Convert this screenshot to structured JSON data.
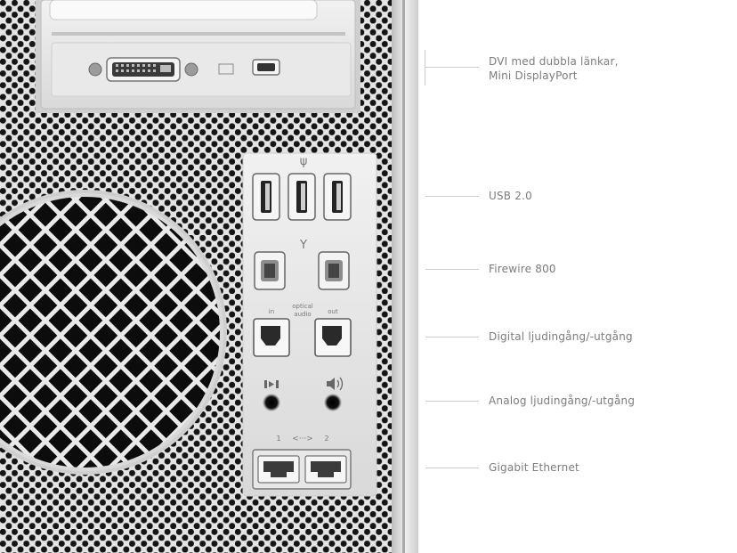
{
  "labels": {
    "dvi": {
      "line1": "DVI med dubbla länkar,",
      "line2": "Mini DisplayPort"
    },
    "usb": "USB 2.0",
    "firewire": "Firewire 800",
    "digital_audio": "Digital ljudingång/-utgång",
    "analog_audio": "Analog ljudingång/-utgång",
    "ethernet": "Gigabit Ethernet"
  },
  "port_panel_text": {
    "optical_in": "in",
    "optical_word1": "optical",
    "optical_word2": "audio",
    "optical_out": "out",
    "usb_symbol": "ψ",
    "firewire_symbol": "Y",
    "ethernet_port_1": "1",
    "ethernet_arrows": "<···>",
    "ethernet_port_2": "2"
  },
  "icons": [
    "usb-icon",
    "firewire-icon",
    "audio-in-icon",
    "speaker-icon",
    "ethernet-icon"
  ],
  "colors": {
    "case": "#e6e6e6",
    "perforation": "#151515",
    "label_text": "#7c7c7c",
    "leader_line": "#cfcfcf"
  }
}
